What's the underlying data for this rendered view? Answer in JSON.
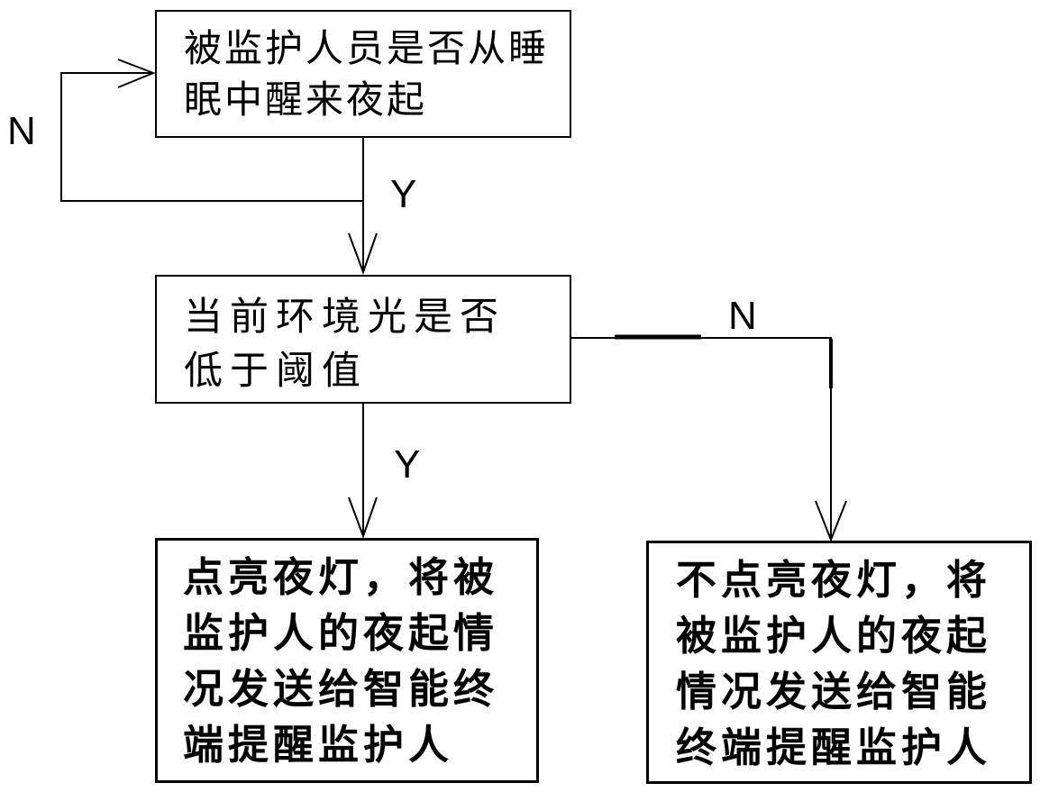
{
  "diagram": {
    "type": "flowchart",
    "background_color": "#ffffff",
    "line_color": "#000000",
    "text_color": "#000000",
    "nodes": [
      {
        "id": "check-night-wake",
        "shape": "rectangle",
        "text": "被监护人员是否从睡眠中醒来夜起",
        "lines": [
          "被监护人员是否从睡",
          "眠中醒来夜起"
        ]
      },
      {
        "id": "check-ambient-light",
        "shape": "rectangle",
        "text": "当前环境光是否低于阈值",
        "lines": [
          "当前环境光是否",
          "低于阈值"
        ]
      },
      {
        "id": "light-on-notify",
        "shape": "rectangle",
        "text": "点亮夜灯，将被监护人的夜起情况发送给智能终端提醒监护人",
        "lines": [
          "点亮夜灯，将被",
          "监护人的夜起情",
          "况发送给智能终",
          "端提醒监护人"
        ]
      },
      {
        "id": "light-off-notify",
        "shape": "rectangle",
        "text": "不点亮夜灯，将被监护人的夜起情况发送给智能终端提醒监护人",
        "lines": [
          "不点亮夜灯，将",
          "被监护人的夜起",
          "情况发送给智能",
          "终端提醒监护人"
        ]
      }
    ],
    "edges": [
      {
        "from": "check-night-wake",
        "to": "check-night-wake",
        "label": "N"
      },
      {
        "from": "check-night-wake",
        "to": "check-ambient-light",
        "label": "Y"
      },
      {
        "from": "check-ambient-light",
        "to": "light-on-notify",
        "label": "Y"
      },
      {
        "from": "check-ambient-light",
        "to": "light-off-notify",
        "label": "N"
      }
    ]
  }
}
